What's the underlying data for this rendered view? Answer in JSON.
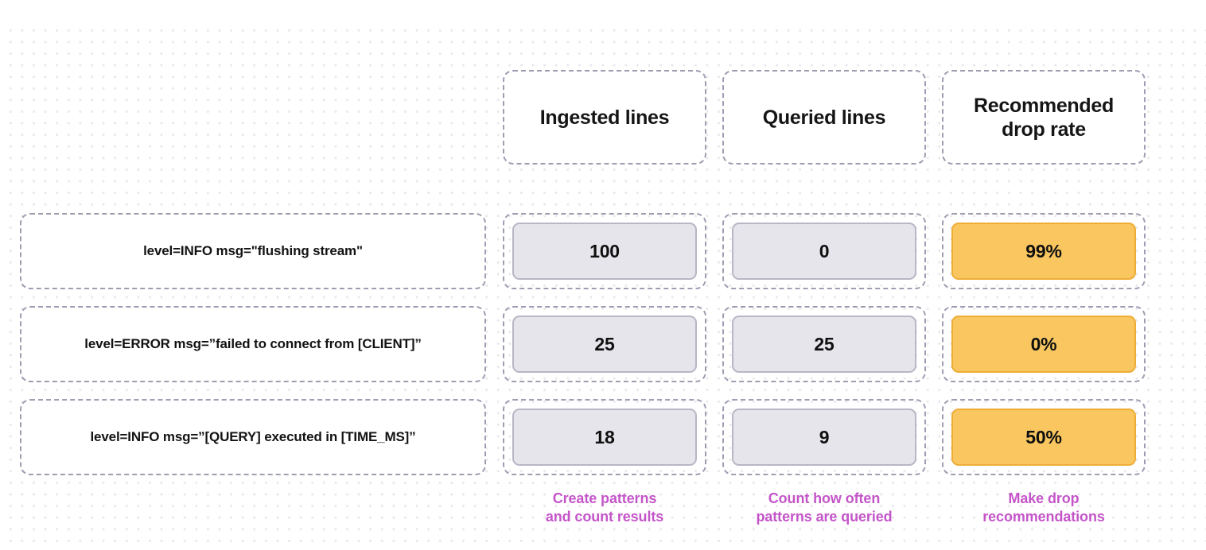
{
  "background": {
    "dot_color": "#e9e9ec",
    "page_color": "#ffffff"
  },
  "palette": {
    "dashed_border": "#9d9db2",
    "neutral_chip_fill": "#e5e5eb",
    "neutral_chip_border": "#b7b7c5",
    "highlight_chip_fill": "#f9c65f",
    "highlight_chip_border": "#eead37",
    "caption_accent": "#c455c9",
    "text": "#131313"
  },
  "table": {
    "columns": [
      {
        "id": "ingested",
        "header": "Ingested lines",
        "caption": "Create patterns\nand count results",
        "style": "neutral"
      },
      {
        "id": "queried",
        "header": "Queried lines",
        "caption": "Count how often\npatterns are queried",
        "style": "neutral"
      },
      {
        "id": "drop_rate",
        "header": "Recommended\ndrop rate",
        "caption": "Make drop\nrecommendations",
        "style": "highlight"
      }
    ],
    "rows": [
      {
        "label": "level=INFO msg=\"flushing stream\"",
        "ingested": "100",
        "queried": "0",
        "drop_rate": "99%"
      },
      {
        "label": "level=ERROR msg=”failed to connect from [CLIENT]”",
        "ingested": "25",
        "queried": "25",
        "drop_rate": "0%"
      },
      {
        "label": "level=INFO msg=”[QUERY] executed in [TIME_MS]”",
        "ingested": "18",
        "queried": "9",
        "drop_rate": "50%"
      }
    ]
  }
}
